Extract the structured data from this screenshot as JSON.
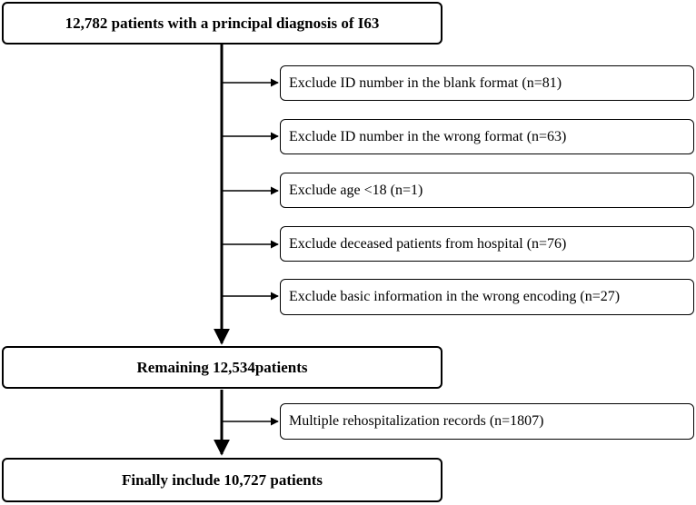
{
  "flowchart": {
    "start": "12,782 patients with a principal diagnosis of I63",
    "exclusions": [
      "Exclude ID number in the blank format (n=81)",
      "Exclude ID number in the wrong format (n=63)",
      "Exclude age <18 (n=1)",
      "Exclude deceased patients from hospital (n=76)",
      "Exclude basic information in the wrong encoding (n=27)"
    ],
    "remaining": "Remaining 12,534patients",
    "second_exclusion": "Multiple rehospitalization records (n=1807)",
    "final": "Finally include 10,727 patients"
  }
}
